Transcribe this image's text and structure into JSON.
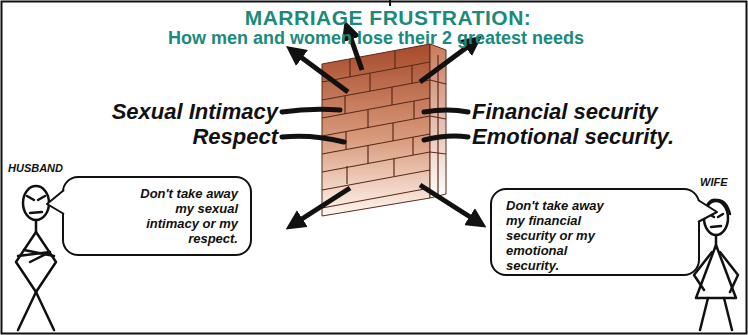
{
  "diagram": {
    "title": "MARRIAGE FRUSTRATION:",
    "nodes": [
      {
        "text": [
          "Don't take away my sexual intimacy or my respect."
        ]
      },
      {
        "text": [
          "Don't take away my financial security or my emotional security."
        ]
      }
    ],
    "labels": [
      "How men and women lose their 2 greatest needs",
      "Sexual Intimacy",
      "Respect",
      "HUSBAND",
      "Financial security",
      "Emotional security.",
      "WIFE"
    ]
  }
}
